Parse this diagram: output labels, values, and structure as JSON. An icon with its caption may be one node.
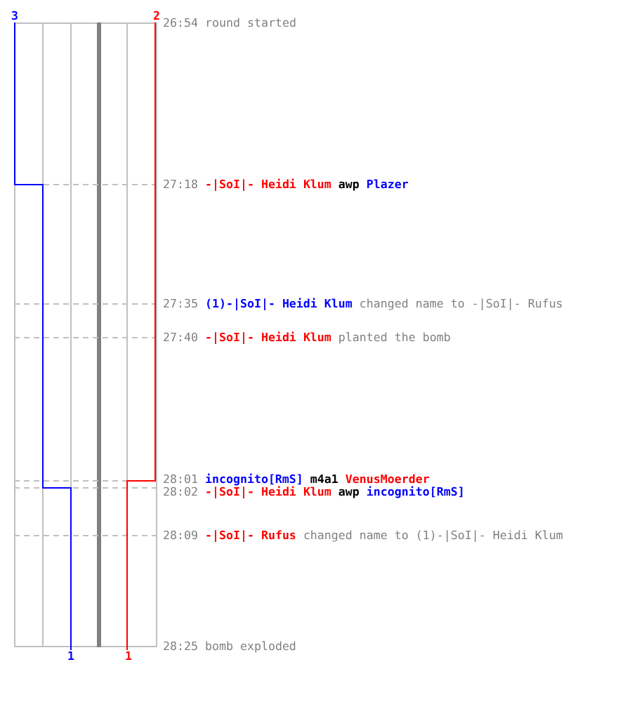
{
  "diagram": {
    "labels": [
      "3",
      "2",
      "26:54 round started",
      "27:18 -|SoI|- Heidi Klum awp Plazer",
      "27:35 (1)-|SoI|- Heidi Klum changed name to -|SoI|- Rufus",
      "27:40 -|SoI|- Heidi Klum planted the bomb",
      "28:01 incognito[RmS] m4a1 VenusMoerder",
      "28:02 -|SoI|- Heidi Klum awp incognito[RmS]",
      "28:09 -|SoI|- Rufus changed name to (1)-|SoI|- Heidi Klum",
      "1",
      "1",
      "28:25 bomb exploded"
    ]
  }
}
